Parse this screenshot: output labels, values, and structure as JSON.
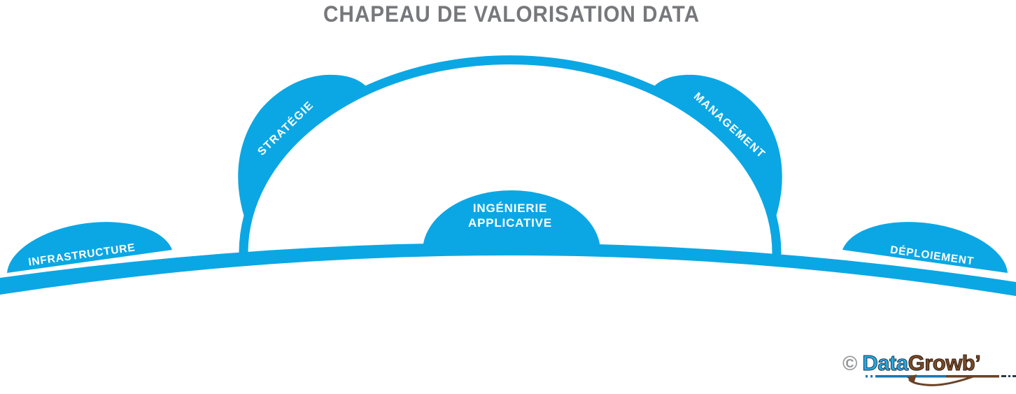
{
  "title": "CHAPEAU DE VALORISATION DATA",
  "hat": {
    "strategy": "STRATÉGIE",
    "management": "MANAGEMENT",
    "engineering_line1": "INGÉNIERIE",
    "engineering_line2": "APPLICATIVE",
    "infrastructure": "INFRASTRUCTURE",
    "deployment": "DÉPLOIEMENT"
  },
  "footer": {
    "copyright_symbol": "©",
    "brand_first": "Data",
    "brand_second": "Growb’"
  },
  "colors": {
    "hat_blue": "#0ba7e4",
    "title_gray": "#77787b",
    "label_white": "#ffffff",
    "brand_blue": "#2aa9e0",
    "brand_blue_outline": "#17374f",
    "brand_brown": "#7b4b28",
    "brand_brown_outline": "#2e1a0e",
    "copyright_gray": "#939598",
    "underline_blue": "#1878b2",
    "underline_brown": "#6b4226",
    "underline_dark": "#2b3a45"
  }
}
